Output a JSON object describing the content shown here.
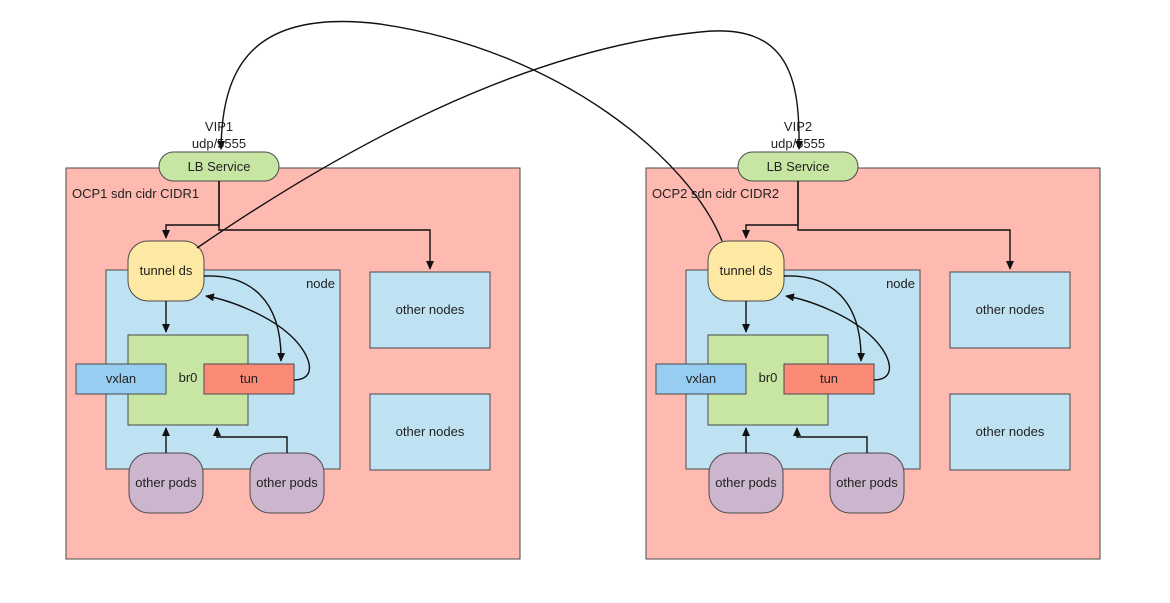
{
  "colors": {
    "cluster_fill": "#feb9b1",
    "node_fill": "#bfe2f3",
    "other_nodes_fill": "#bfe2f3",
    "lb_fill": "#c7e6a4",
    "tunnel_fill": "#fde9a3",
    "br0_fill": "#c7e6a4",
    "vxlan_fill": "#96cdf0",
    "tun_fill": "#fb8a77",
    "pods_fill": "#cbb6cd",
    "stroke": "#4a4a4a",
    "edge": "#111111"
  },
  "clusters": [
    {
      "vip": "VIP1",
      "port": "udp/5555",
      "lb_label": "LB Service",
      "title": "OCP1 sdn cidr CIDR1",
      "node_label": "node",
      "tunnel_label": "tunnel ds",
      "br0_label": "br0",
      "vxlan_label": "vxlan",
      "tun_label": "tun",
      "other_nodes": [
        "other nodes",
        "other nodes"
      ],
      "other_pods": [
        "other pods",
        "other pods"
      ]
    },
    {
      "vip": "VIP2",
      "port": "udp/5555",
      "lb_label": "LB Service",
      "title": "OCP2 sdn cidr CIDR2",
      "node_label": "node",
      "tunnel_label": "tunnel ds",
      "br0_label": "br0",
      "vxlan_label": "vxlan",
      "tun_label": "tun",
      "other_nodes": [
        "other nodes",
        "other nodes"
      ],
      "other_pods": [
        "other pods",
        "other pods"
      ]
    }
  ]
}
